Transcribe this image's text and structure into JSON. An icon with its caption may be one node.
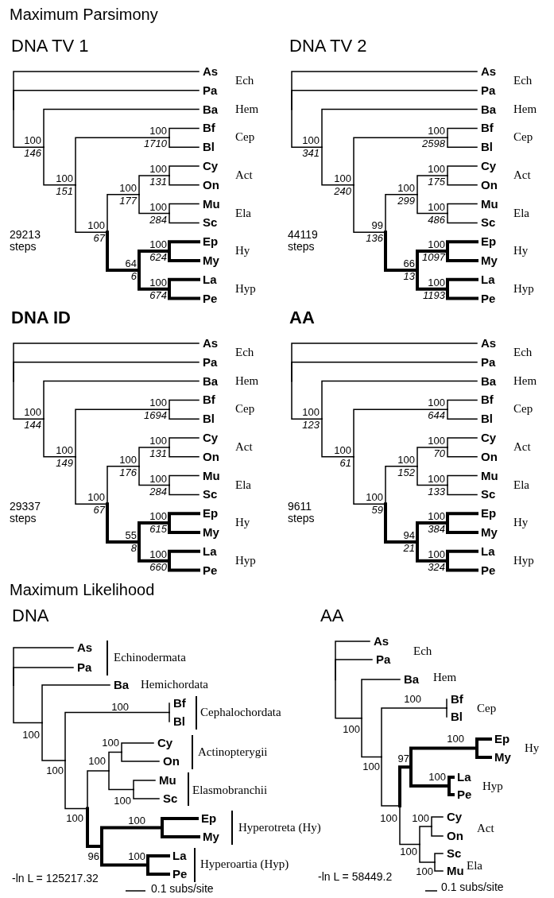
{
  "diagram": {
    "labels": [
      "Maximum Parsimony",
      "DNA TV 1",
      "As",
      "Pa",
      "Ba",
      "Bf",
      "Bl",
      "Cy",
      "On",
      "Mu",
      "Sc",
      "Ep",
      "My",
      "La",
      "Pe",
      "Ech",
      "Hem",
      "Cep",
      "Act",
      "Ela",
      "Hy",
      "Hyp",
      "100",
      "146",
      "100",
      "151",
      "100",
      "1710",
      "100",
      "67",
      "100",
      "131",
      "100",
      "177",
      "100",
      "284",
      "64",
      "6",
      "100",
      "624",
      "100",
      "674",
      "29213 steps",
      "DNA TV 2",
      "As",
      "Pa",
      "Ba",
      "Bf",
      "Bl",
      "Cy",
      "On",
      "Mu",
      "Sc",
      "Ep",
      "My",
      "La",
      "Pe",
      "Ech",
      "Hem",
      "Cep",
      "Act",
      "Ela",
      "Hy",
      "Hyp",
      "100",
      "341",
      "100",
      "240",
      "100",
      "2598",
      "99",
      "136",
      "100",
      "175",
      "100",
      "299",
      "100",
      "486",
      "66",
      "13",
      "100",
      "1097",
      "100",
      "1193",
      "44119 steps",
      "DNA ID",
      "As",
      "Pa",
      "Ba",
      "Bf",
      "Bl",
      "Cy",
      "On",
      "Mu",
      "Sc",
      "Ep",
      "My",
      "La",
      "Pe",
      "Ech",
      "Hem",
      "Cep",
      "Act",
      "Ela",
      "Hy",
      "Hyp",
      "100",
      "144",
      "100",
      "149",
      "100",
      "1694",
      "100",
      "67",
      "100",
      "131",
      "100",
      "176",
      "100",
      "284",
      "55",
      "8",
      "100",
      "615",
      "100",
      "660",
      "29337 steps",
      "AA",
      "As",
      "Pa",
      "Ba",
      "Bf",
      "Bl",
      "Cy",
      "On",
      "Mu",
      "Sc",
      "Ep",
      "My",
      "La",
      "Pe",
      "Ech",
      "Hem",
      "Cep",
      "Act",
      "Ela",
      "Hy",
      "Hyp",
      "100",
      "123",
      "100",
      "61",
      "100",
      "644",
      "100",
      "59",
      "100",
      "70",
      "100",
      "152",
      "100",
      "133",
      "94",
      "21",
      "100",
      "384",
      "100",
      "324",
      "9611 steps",
      "Maximum Likelihood",
      "DNA",
      "As",
      "Pa",
      "Ba",
      "Bf",
      "Bl",
      "Cy",
      "On",
      "Mu",
      "Sc",
      "Ep",
      "My",
      "La",
      "Pe",
      "Echinodermata",
      "Hemichordata",
      "Cephalochordata",
      "Actinopterygii",
      "Elasmobranchii",
      "Hyperotreta (Hy)",
      "Hyperoartia (Hyp)",
      "100",
      "100",
      "100",
      "100",
      "100",
      "100",
      "100",
      "96",
      "100",
      "100",
      "-ln L = 125217.32",
      "0.1 subs/site",
      "AA",
      "As",
      "Pa",
      "Ba",
      "Bf",
      "Bl",
      "Ep",
      "My",
      "La",
      "Pe",
      "Cy",
      "On",
      "Sc",
      "Mu",
      "Ech",
      "Hem",
      "Cep",
      "Hy",
      "Hyp",
      "Act",
      "Ela",
      "100",
      "100",
      "100",
      "97",
      "100",
      "100",
      "100",
      "100",
      "100",
      "100",
      "-ln L = 58449.2",
      "0.1 subs/site"
    ]
  }
}
